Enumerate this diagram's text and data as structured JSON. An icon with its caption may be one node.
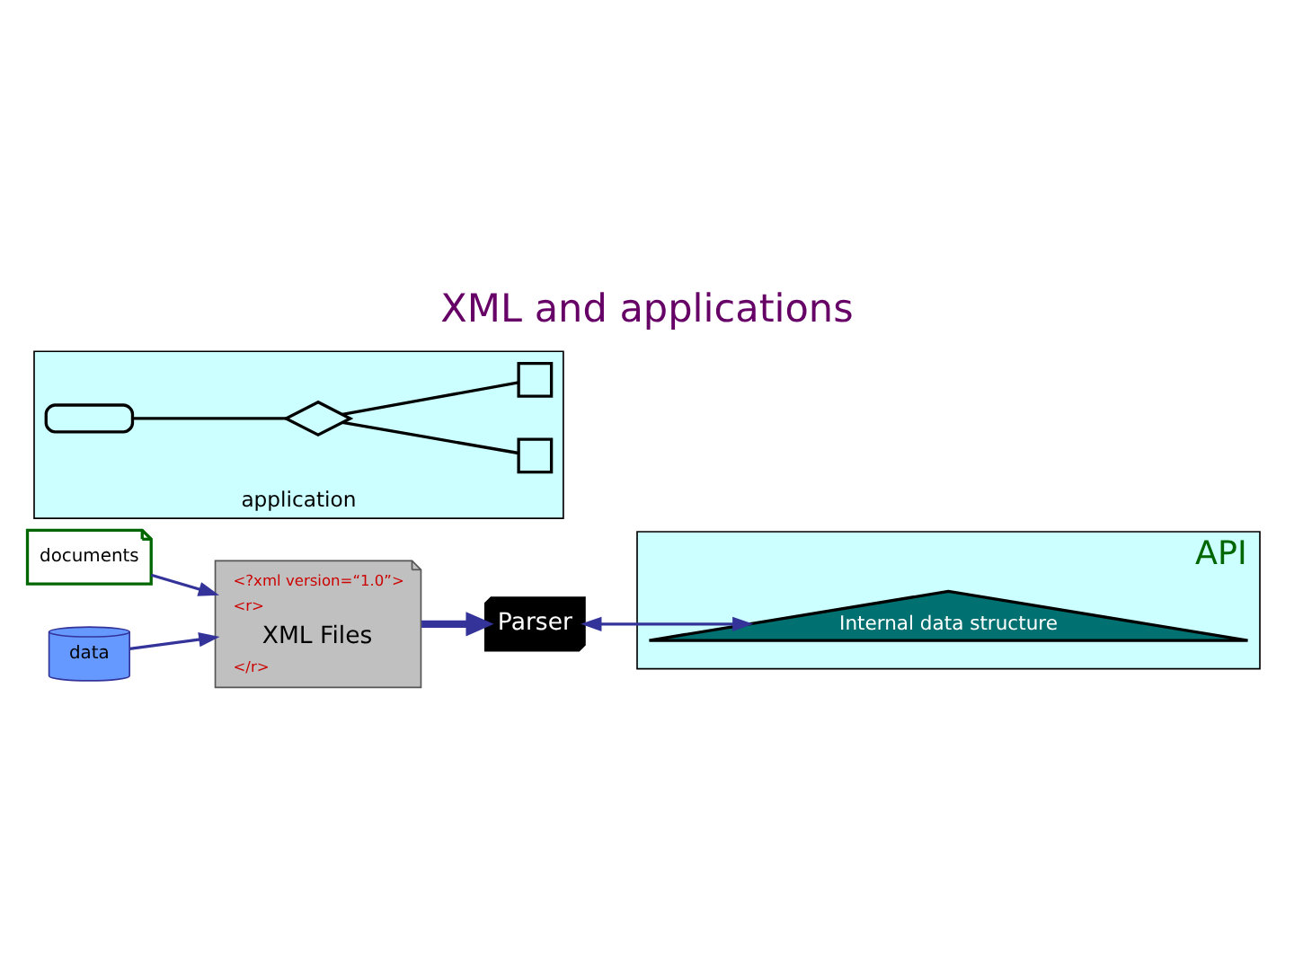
{
  "diagram": {
    "title": "XML and applications",
    "nodes": [
      {
        "text": [
          "<?xml version=“1.0”>",
          "<r>",
          "XML Files",
          "</r>"
        ]
      },
      {
        "text": [
          "Parser"
        ]
      },
      {
        "text": [
          "API"
        ]
      },
      {
        "text": [
          "Internal data structure"
        ],
        "in": 2
      },
      {
        "text": [
          "application"
        ]
      },
      {
        "text": [],
        "shape": "box",
        "in": 4
      },
      {
        "text": [],
        "shape": "diamond",
        "in": 4
      },
      {
        "text": [],
        "shape": "box",
        "in": 4
      },
      {
        "text": [],
        "shape": "box",
        "in": 4
      },
      {
        "text": [
          "documents"
        ]
      },
      {
        "text": [
          "data"
        ]
      }
    ],
    "edges": [
      {
        "from": 0,
        "to": 1,
        "arrow": "to",
        "style": "thick"
      },
      {
        "from": 1,
        "to": 3,
        "arrow": "both"
      },
      {
        "from": 5,
        "to": 6,
        "arrow": "none",
        "color": "#000000"
      },
      {
        "from": 6,
        "to": 7,
        "arrow": "none",
        "color": "#000000"
      },
      {
        "from": 6,
        "to": 8,
        "arrow": "none",
        "color": "#000000"
      },
      {
        "from": 9,
        "to": 0,
        "arrow": "to"
      },
      {
        "from": 10,
        "to": 0,
        "arrow": "to"
      }
    ]
  }
}
